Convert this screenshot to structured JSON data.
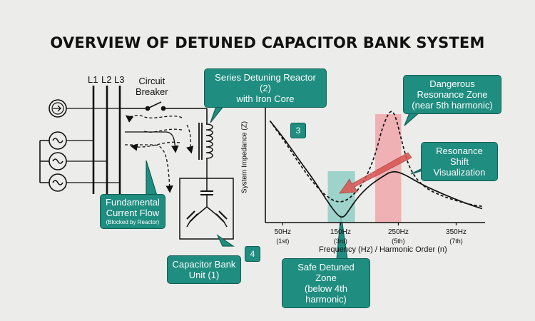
{
  "title": "OVERVIEW OF DETUNED CAPACITOR BANK SYSTEM",
  "lines": [
    "L1",
    "L2",
    "L3"
  ],
  "breaker_label": [
    "Circuit",
    "Breaker"
  ],
  "callouts": {
    "reactor": [
      "Series Detuning Reactor (2)",
      "with Iron Core"
    ],
    "fundamental": [
      "Fundamental",
      "Current Flow"
    ],
    "fundamental_note": "(Blocked by Reactor)",
    "capacitor": [
      "Capacitor Bank",
      "Unit (1)"
    ],
    "dangerous": [
      "Dangerous",
      "Resonance Zone",
      "(near 5th harmonic)"
    ],
    "shift": [
      "Resonance Shift",
      "Visualization"
    ],
    "safe": [
      "Safe Detuned Zone",
      "(below 4th harmonic)"
    ]
  },
  "badges": {
    "b3": "3",
    "b4": "4"
  },
  "chart_data": {
    "type": "line",
    "xlabel": "Frequency (Hz) / Harmonic Order (n)",
    "ylabel": "System Impedance (Z)",
    "ticks": [
      {
        "label": "50Hz",
        "harmonic": "(1st)",
        "hz": 50
      },
      {
        "label": "150Hz",
        "harmonic": "(3rd)",
        "hz": 150
      },
      {
        "label": "250Hz",
        "harmonic": "(5th)",
        "hz": 250
      },
      {
        "label": "350Hz",
        "harmonic": "(7th)",
        "hz": 350
      }
    ],
    "xlim": [
      20,
      400
    ],
    "ylim": [
      0,
      1
    ],
    "zones": [
      {
        "name": "safe",
        "from_hz": 128,
        "to_hz": 175,
        "color": "#8fcfc4"
      },
      {
        "name": "dangerous",
        "from_hz": 210,
        "to_hz": 255,
        "color": "#f0a7aa"
      }
    ],
    "series": [
      {
        "style": "solid",
        "x": [
          28,
          55,
          80,
          105,
          125,
          145,
          155,
          165,
          180,
          200,
          220,
          240,
          260,
          290,
          330,
          370,
          395
        ],
        "y": [
          0.88,
          0.71,
          0.53,
          0.36,
          0.2,
          0.06,
          0.04,
          0.11,
          0.22,
          0.32,
          0.39,
          0.45,
          0.42,
          0.33,
          0.24,
          0.16,
          0.12
        ]
      },
      {
        "style": "dashed",
        "x": [
          28,
          55,
          80,
          105,
          125,
          145,
          165,
          190,
          210,
          222,
          236,
          245,
          256,
          270,
          295,
          330,
          370,
          395
        ],
        "y": [
          0.88,
          0.69,
          0.5,
          0.33,
          0.23,
          0.17,
          0.2,
          0.34,
          0.58,
          0.82,
          0.98,
          0.93,
          0.7,
          0.45,
          0.3,
          0.22,
          0.16,
          0.14
        ]
      }
    ],
    "colors": {
      "accent": "#1f8d80",
      "danger": "#f0a7aa",
      "safe": "#8fcfc4",
      "arrow": "#d9534f"
    }
  }
}
